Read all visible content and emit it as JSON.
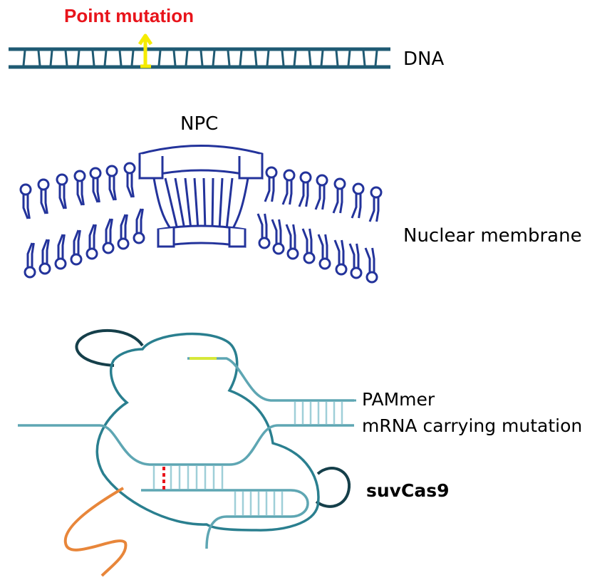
{
  "labels": {
    "point_mutation": "Point mutation",
    "dna": "DNA",
    "npc": "NPC",
    "nuclear_membrane": "Nuclear membrane",
    "pammer": "PAMmer",
    "mrna": "mRNA carrying mutation",
    "suvcas9": "suvCas9"
  },
  "colors": {
    "dna": "#1f5a73",
    "mutation_text": "#e8141b",
    "mutation_marker": "#f5eb00",
    "membrane": "#23339b",
    "cas9_outline": "#2a7f8f",
    "rna_strand": "#5ea6b3",
    "pammer_rungs": "#9fcfd8",
    "loop_dark": "#153f4a",
    "mismatch": "#e8141b",
    "guide_highlight": "#d6e83a",
    "linker": "#e8863a"
  }
}
